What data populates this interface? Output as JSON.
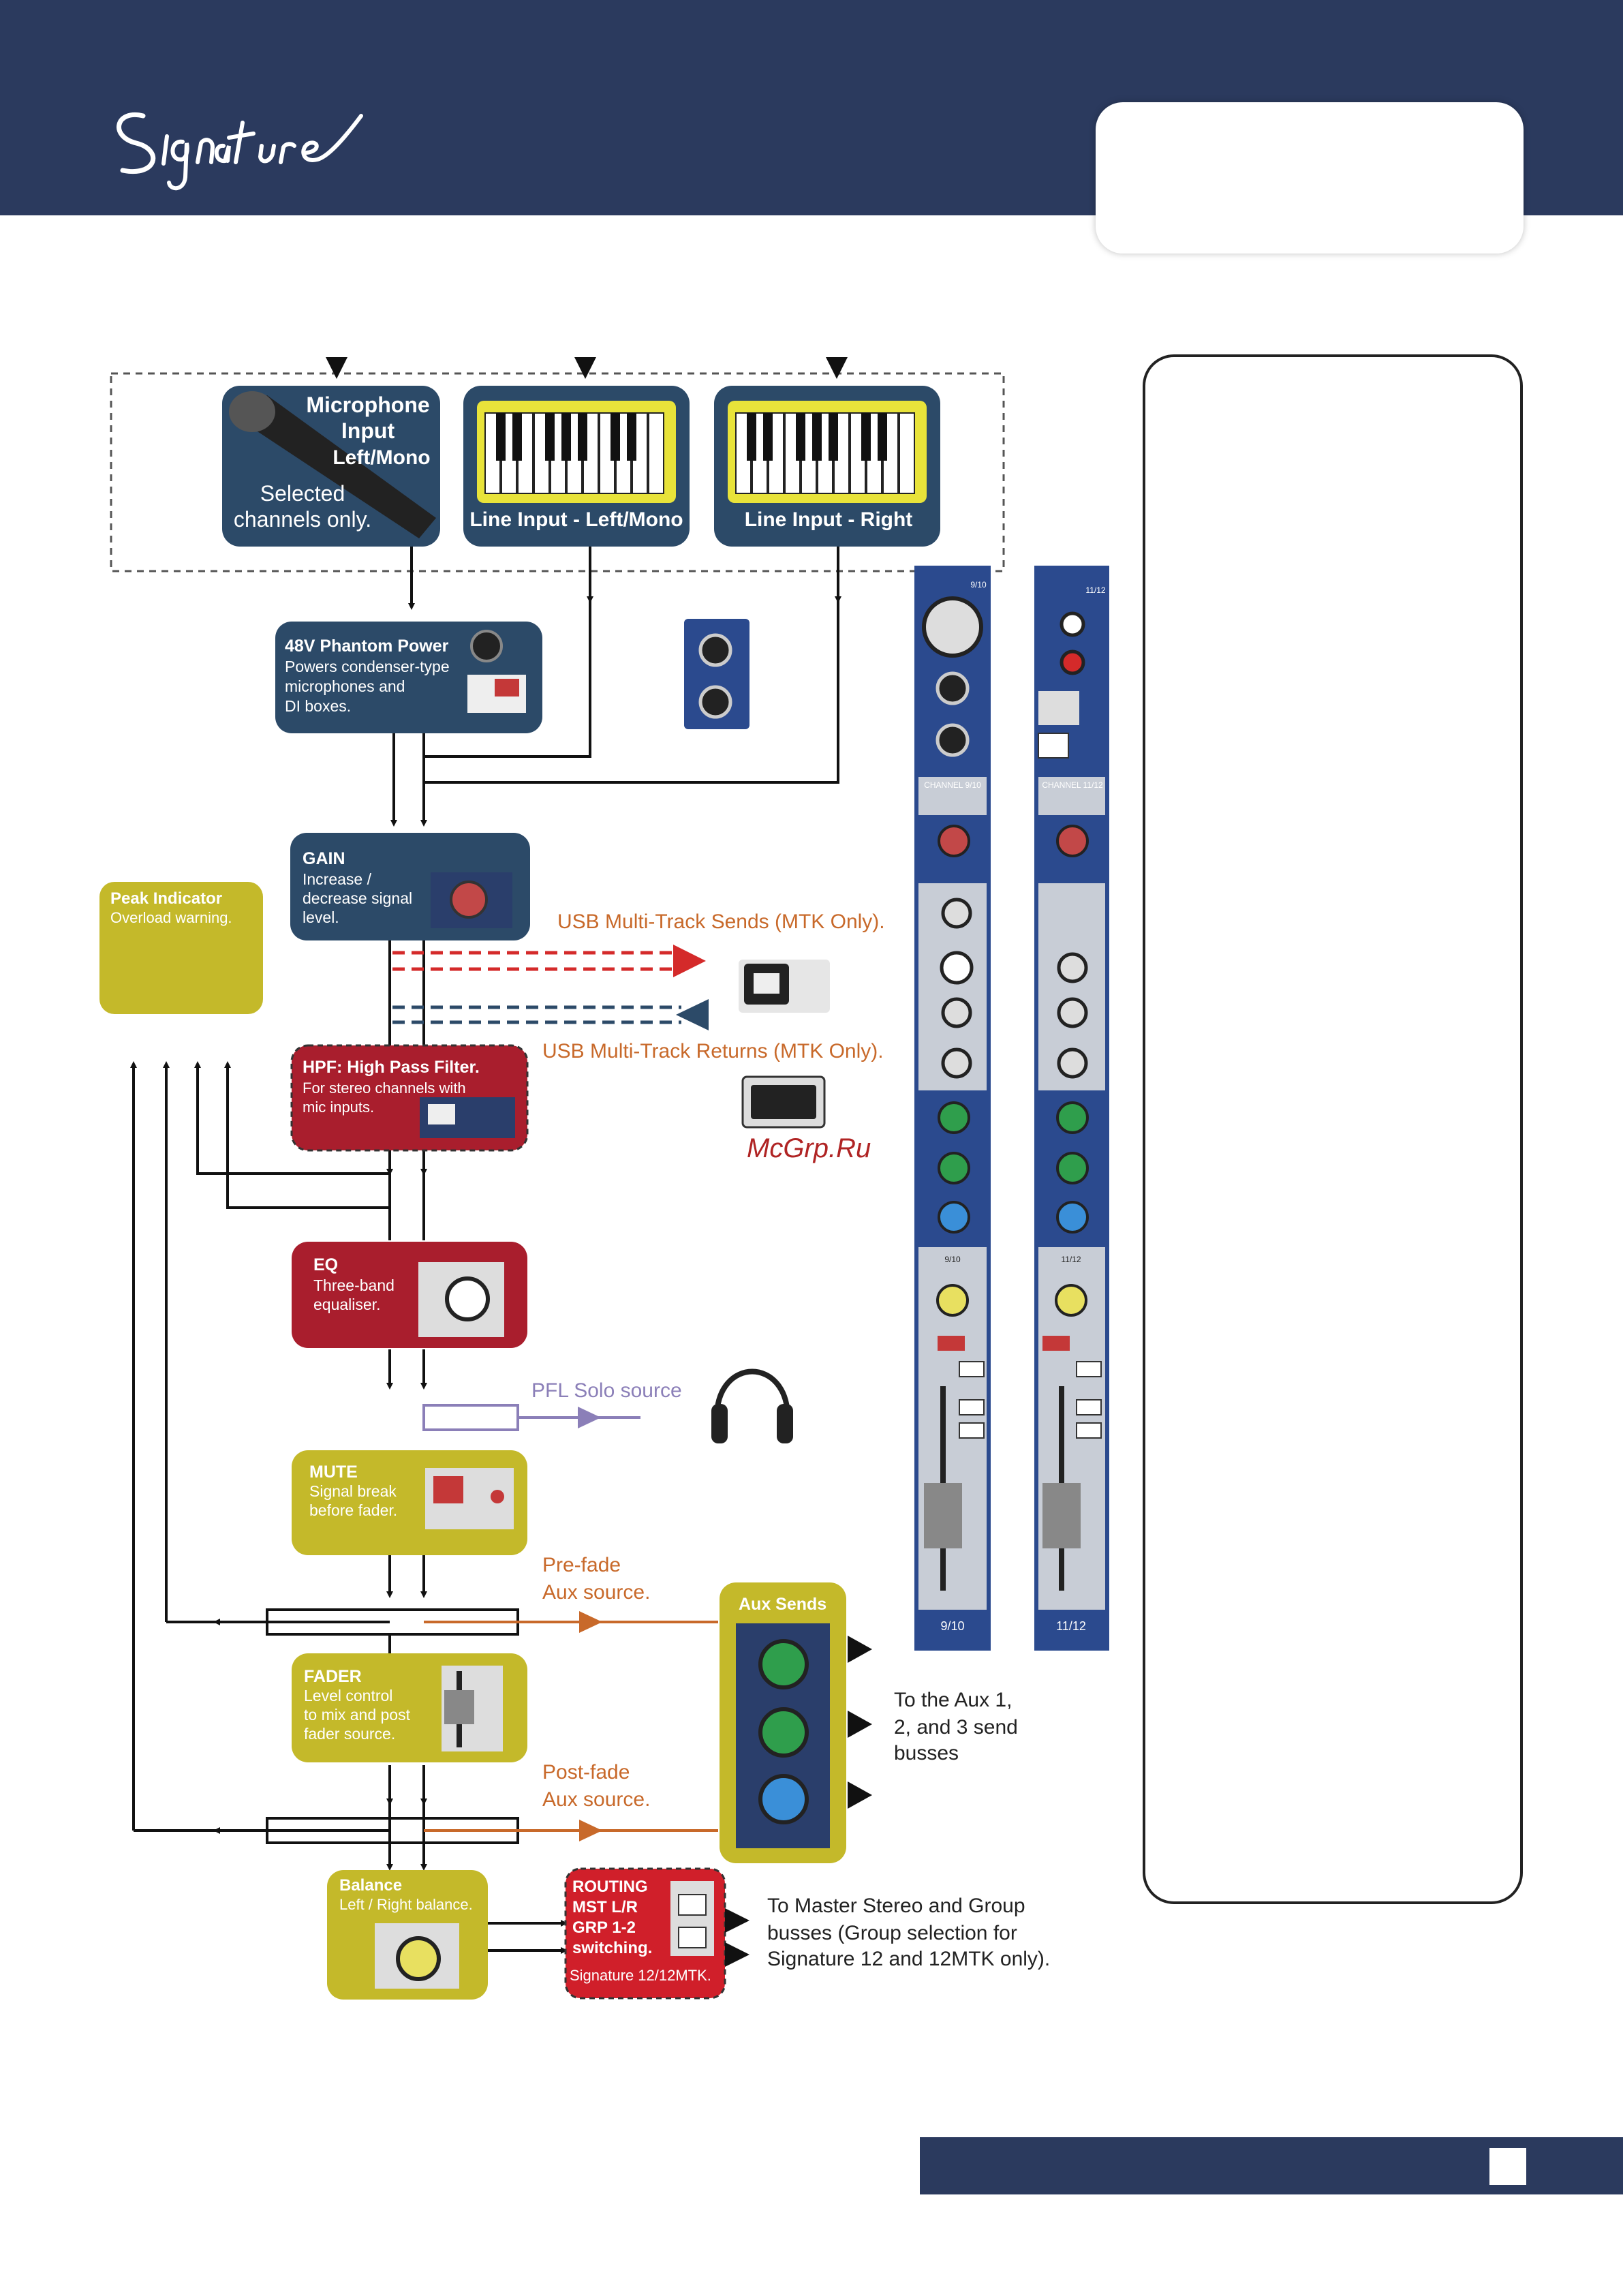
{
  "header": {
    "logo_text": "Signature"
  },
  "inputs": {
    "mic": {
      "title_1": "Microphone",
      "title_2": "Input",
      "title_3": "Left/Mono",
      "note_1": "Selected",
      "note_2": "channels only."
    },
    "line_left": {
      "label": "Line Input - Left/Mono"
    },
    "line_right": {
      "label": "Line Input - Right"
    }
  },
  "blocks": {
    "phantom": {
      "title": "48V Phantom Power",
      "l1": "Powers condenser-type",
      "l2": "microphones and",
      "l3": "DI boxes."
    },
    "gain": {
      "title": "GAIN",
      "l1": "Increase /",
      "l2": "decrease signal",
      "l3": "level."
    },
    "peak": {
      "title": "Peak Indicator",
      "l1": "Overload warning."
    },
    "hpf": {
      "title": "HPF: High Pass Filter.",
      "l1": "For stereo channels with",
      "l2": "mic inputs."
    },
    "eq": {
      "title": "EQ",
      "l1": "Three-band",
      "l2": "equaliser."
    },
    "mute": {
      "title": "MUTE",
      "l1": "Signal break",
      "l2": "before fader."
    },
    "fader": {
      "title": "FADER",
      "l1": "Level control",
      "l2": "to mix and post",
      "l3": "fader source."
    },
    "balance": {
      "title": "Balance",
      "l1": "Left / Right balance."
    },
    "routing": {
      "l1": "ROUTING",
      "l2": "MST L/R",
      "l3": "GRP 1-2",
      "l4": "switching.",
      "footer": "Signature 12/12MTK."
    },
    "aux_sends": {
      "title": "Aux Sends"
    }
  },
  "labels": {
    "usb_sends": "USB Multi-Track Sends (MTK Only).",
    "usb_returns": "USB Multi-Track Returns (MTK Only).",
    "watermark": "McGrp.Ru",
    "pfl": "PFL Solo source",
    "prefade_1": "Pre-fade",
    "prefade_2": "Aux source.",
    "postfade_1": "Post-fade",
    "postfade_2": "Aux source.",
    "aux_dest_1": "To the Aux 1,",
    "aux_dest_2": "2, and 3 send",
    "aux_dest_3": "busses",
    "master_1": "To Master Stereo and Group",
    "master_2": "busses (Group selection for",
    "master_3": "Signature 12 and 12MTK only)."
  },
  "strips": {
    "left": {
      "header": "9/10",
      "channel": "CHANNEL 9/10",
      "mid": "9/10",
      "footer": "9/10"
    },
    "right": {
      "header": "11/12",
      "channel": "CHANNEL 11/12",
      "mid": "11/12",
      "footer": "11/12"
    }
  },
  "colors": {
    "navy": "#2b3a5e",
    "block_navy": "#2c4a68",
    "red": "#a91e2d",
    "olive": "#c4b92a",
    "orange": "#c8692a",
    "purple": "#8b7fb8"
  }
}
